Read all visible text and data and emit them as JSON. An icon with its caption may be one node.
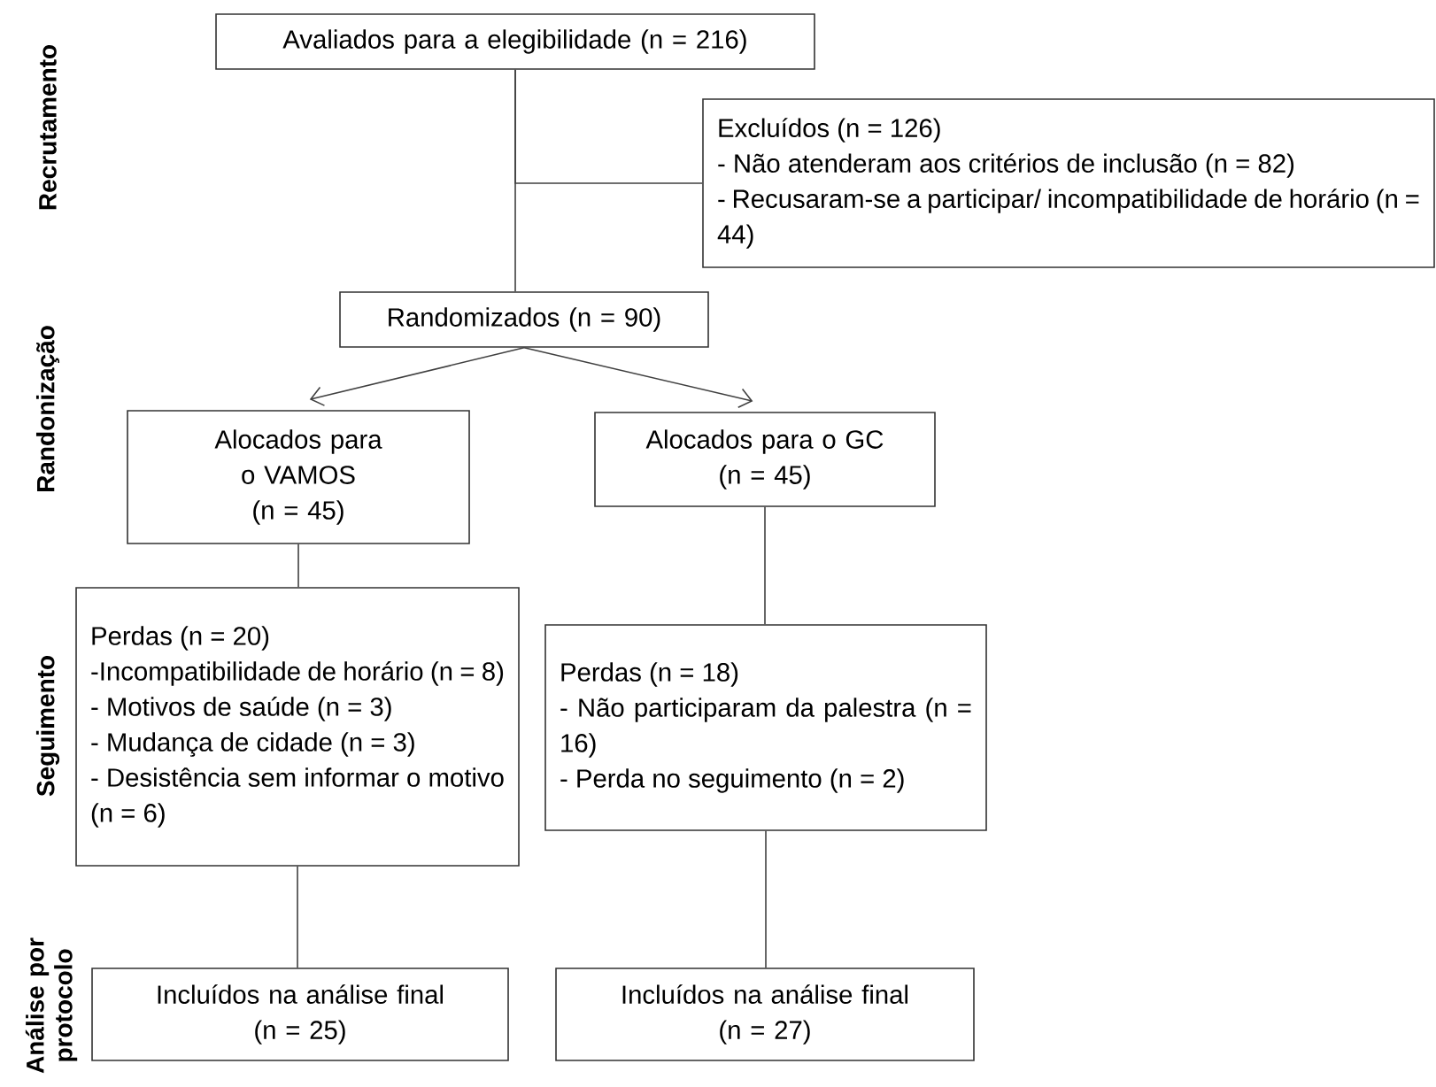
{
  "diagram": {
    "nodes": [
      {
        "text": [
          "Avaliados para a elegibilidade (n = 216)"
        ]
      },
      {
        "text": [
          "Excluídos (n = 126)",
          "- Não atenderam aos critérios de inclusão (n = 82)",
          "- Recusaram-se a participar/ incompatibilidade de horário (n = 44)"
        ]
      },
      {
        "text": [
          "Randomizados (n = 90)"
        ]
      },
      {
        "text": [
          "Alocados para o VAMOS",
          "(n = 45)"
        ]
      },
      {
        "text": [
          "Alocados para o GC",
          "(n = 45)"
        ]
      },
      {
        "text": [
          "Perdas (n = 20)",
          "-Incompatibilidade de horário (n = 8)",
          "- Motivos de saúde (n = 3)",
          "- Mudança de cidade (n = 3)",
          "- Desistência sem informar o motivo (n = 6)"
        ]
      },
      {
        "text": [
          "Perdas (n = 18)",
          "- Não participaram da palestra (n = 16)",
          "- Perda no seguimento (n = 2)"
        ]
      },
      {
        "text": [
          "Incluídos na análise final",
          "(n = 25)"
        ]
      },
      {
        "text": [
          "Incluídos na análise final",
          "(n = 27)"
        ]
      }
    ],
    "edges": [
      {
        "from": 0,
        "to": 2,
        "arrow": "none"
      },
      {
        "from": 0,
        "to": 1,
        "arrow": "none"
      },
      {
        "from": 2,
        "to": 3,
        "arrow": "to"
      },
      {
        "from": 2,
        "to": 4,
        "arrow": "to"
      },
      {
        "from": 3,
        "to": 5,
        "arrow": "none"
      },
      {
        "from": 4,
        "to": 6,
        "arrow": "none"
      },
      {
        "from": 5,
        "to": 7,
        "arrow": "none"
      },
      {
        "from": 6,
        "to": 8,
        "arrow": "none"
      }
    ],
    "labels": [
      "Recrutamento",
      "Randonização",
      "Seguimento",
      "Análise por protocolo"
    ]
  }
}
